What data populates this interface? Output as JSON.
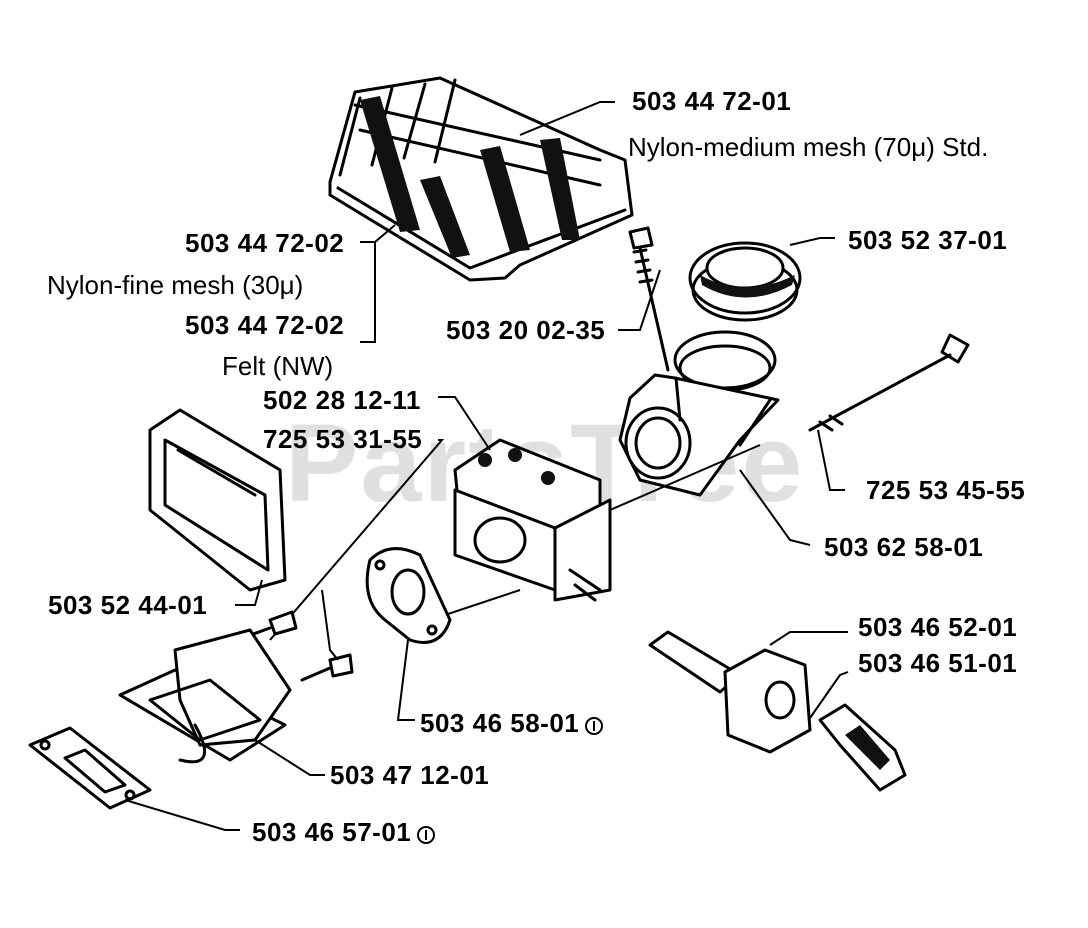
{
  "watermark": "PartsTree",
  "labels": {
    "p_503_44_72_01": "503 44 72-01",
    "d_nylon_medium": "Nylon-medium mesh (70μ) Std.",
    "p_503_52_37_01": "503 52 37-01",
    "p_503_44_72_02_a": "503 44 72-02",
    "d_nylon_fine": "Nylon-fine mesh (30μ)",
    "p_503_44_72_02_b": "503 44 72-02",
    "d_felt": "Felt (NW)",
    "p_503_20_02_35": "503 20 02-35",
    "p_502_28_12_11": "502 28 12-11",
    "p_725_53_31_55": "725 53 31-55",
    "p_725_53_45_55": "725 53 45-55",
    "p_503_62_58_01": "503 62 58-01",
    "p_503_52_44_01": "503 52 44-01",
    "p_503_46_52_01": "503 46 52-01",
    "p_503_46_51_01": "503 46 51-01",
    "p_503_46_58_01": "503 46 58-01",
    "p_503_47_12_01": "503 47 12-01",
    "p_503_46_57_01": "503 46 57-01"
  },
  "icons": {
    "note_mark": "circled-1-icon"
  },
  "colors": {
    "ink": "#000000",
    "background": "#ffffff",
    "watermark": "#e0e0e0"
  }
}
